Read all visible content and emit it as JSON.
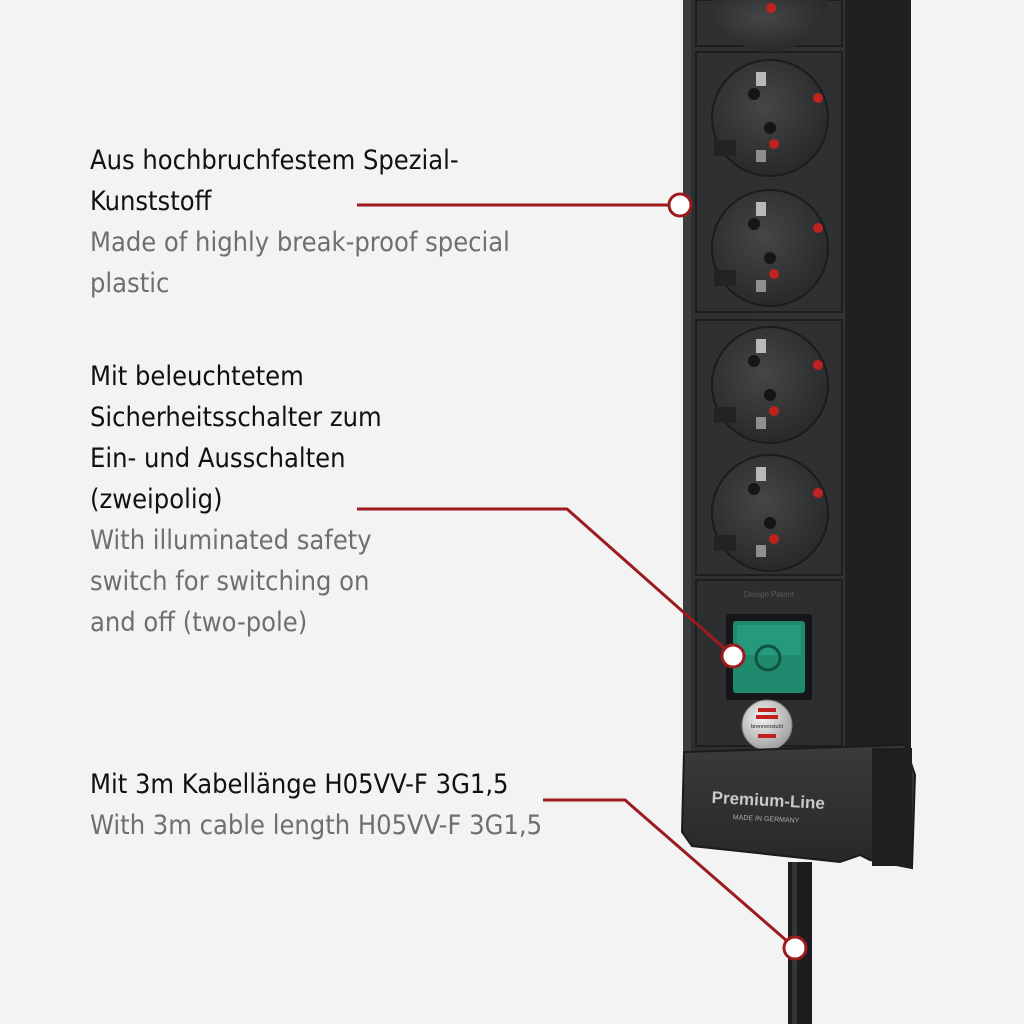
{
  "features": [
    {
      "de": "Aus hochbruchfestem Spezial-Kunststoff",
      "de_lines": [
        "Aus hochbruchfestem Spezial-",
        "Kunststoff"
      ],
      "en_lines": [
        "Made of highly break-proof special",
        "plastic"
      ]
    },
    {
      "de_lines": [
        "Mit beleuchtetem",
        "Sicherheitsschalter zum",
        "Ein- und Ausschalten",
        "(zweipolig)"
      ],
      "en_lines": [
        "With illuminated safety",
        "switch for switching on",
        "and off (two-pole)"
      ]
    },
    {
      "de_lines": [
        "Mit 3m Kabellänge H05VV-F 3G1,5"
      ],
      "en_lines": [
        "With 3m cable length H05VV-F 3G1,5"
      ]
    }
  ],
  "product": {
    "cap_label": "Premium-Line",
    "cap_sublabel": "MADE IN GERMANY",
    "logo_text": "brennenstuhl",
    "switch_label": "Design Patent"
  },
  "colors": {
    "accent": "#9b1b1f",
    "background": "#f3f3f3",
    "housing": "#2b2c2d",
    "switch": "#1f8a6e",
    "pin": "#c0221f"
  }
}
